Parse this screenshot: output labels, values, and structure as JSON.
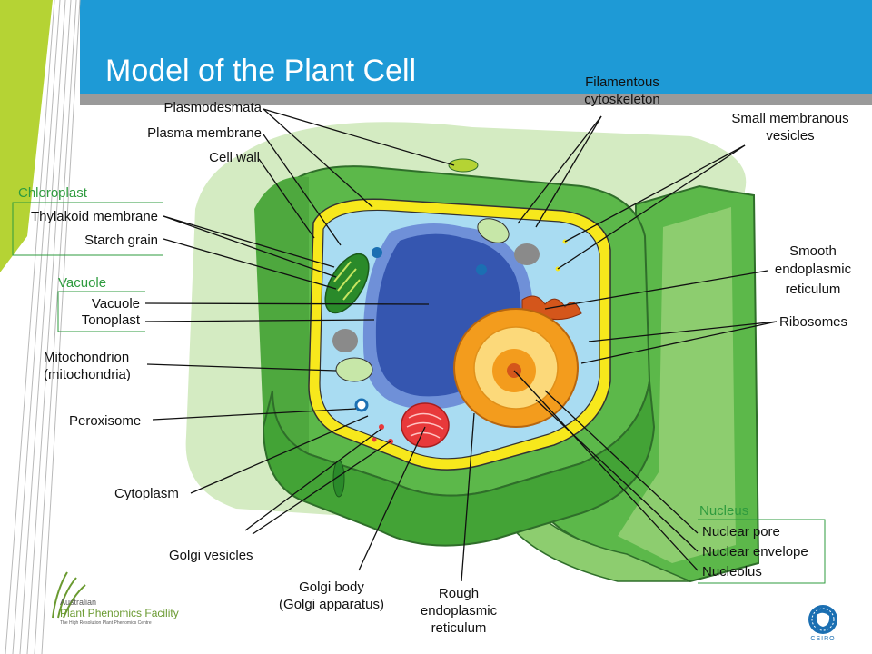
{
  "title": "Model of the Plant Cell",
  "colors": {
    "header_blue": "#1e9ad6",
    "sidebar_green": "#b5d334",
    "group_title_green": "#2e9b3e",
    "cell_wall_green": "#5cb84a",
    "membrane_yellow": "#f7e81c",
    "cytoplasm_blue": "#a9dcf2",
    "vacuole_blue": "#3556b0",
    "nucleus_orange": "#f39c1d",
    "golgi_red": "#e8393b"
  },
  "labels": {
    "plasmodesmata": "Plasmodesmata",
    "plasma_membrane": "Plasma membrane",
    "cell_wall": "Cell wall",
    "thylakoid_membrane": "Thylakoid membrane",
    "starch_grain": "Starch grain",
    "vacuole": "Vacuole",
    "tonoplast": "Tonoplast",
    "mitochondrion": "Mitochondrion",
    "mitochondria": "(mitochondria)",
    "peroxisome": "Peroxisome",
    "cytoplasm": "Cytoplasm",
    "golgi_vesicles": "Golgi vesicles",
    "golgi_body": "Golgi body",
    "golgi_apparatus": "(Golgi apparatus)",
    "rough_er_1": "Rough",
    "rough_er_2": "endoplasmic",
    "rough_er_3": "reticulum",
    "filamentous_1": "Filamentous",
    "filamentous_2": "cytoskeleton",
    "small_vesicles_1": "Small membranous",
    "small_vesicles_2": "vesicles",
    "smooth_er_1": "Smooth",
    "smooth_er_2": "endoplasmic",
    "smooth_er_3": "reticulum",
    "ribosomes": "Ribosomes",
    "nuclear_pore": "Nuclear pore",
    "nuclear_envelope": "Nuclear envelope",
    "nucleolus": "Nucleolus"
  },
  "groups": {
    "chloroplast": "Chloroplast",
    "vacuole": "Vacuole",
    "nucleus": "Nucleus"
  },
  "logos": {
    "apf_line1": "Australian",
    "apf_line2": "Plant Phenomics Facility",
    "apf_line3": "The High Resolution Plant Phenomics Centre",
    "csiro": "CSIRO"
  }
}
